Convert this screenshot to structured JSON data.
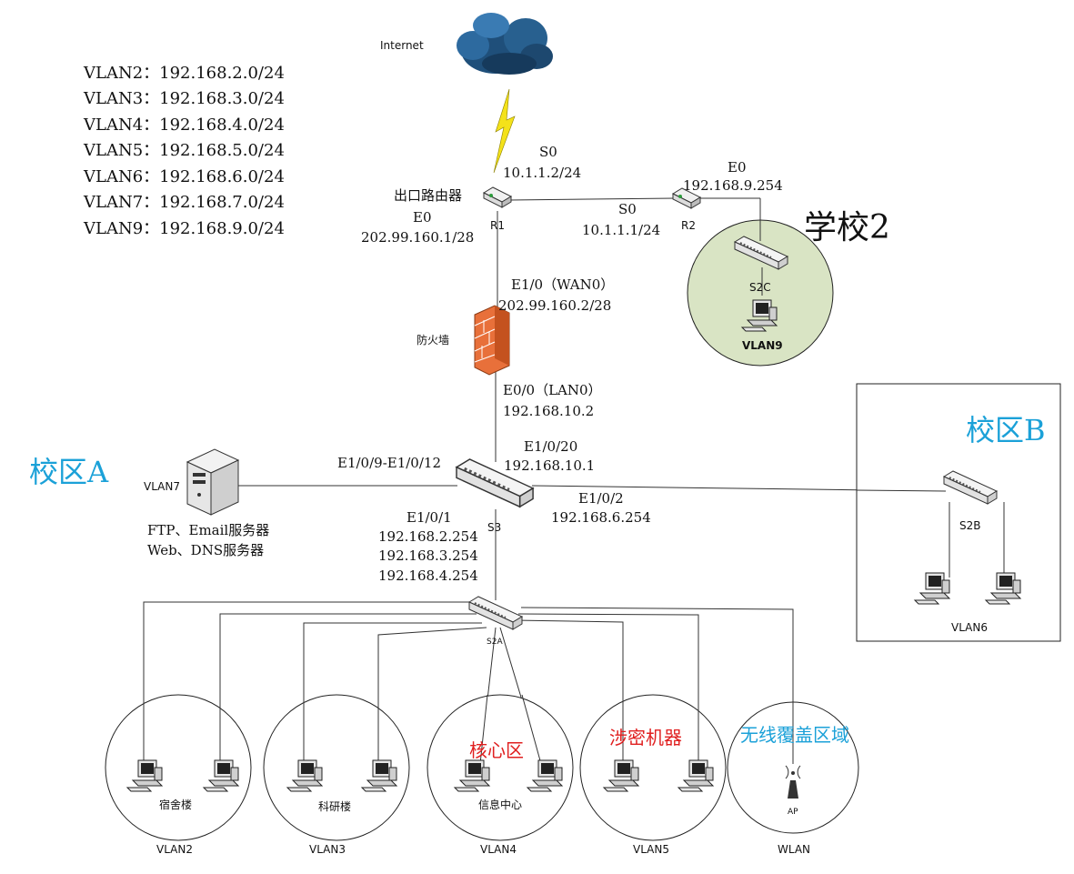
{
  "vlan_list": [
    "VLAN2：192.168.2.0/24",
    "VLAN3：192.168.3.0/24",
    "VLAN4：192.168.4.0/24",
    "VLAN5：192.168.5.0/24",
    "VLAN6：192.168.6.0/24",
    "VLAN7：192.168.7.0/24",
    "VLAN9：192.168.9.0/24"
  ],
  "internet": "Internet",
  "r1": {
    "name": "R1",
    "title": "出口路由器",
    "s0_port": "S0",
    "s0_ip": "10.1.1.2/24",
    "e0_port": "E0",
    "e0_ip": "202.99.160.1/28"
  },
  "r2": {
    "name": "R2",
    "s0_port": "S0",
    "s0_ip": "10.1.1.1/24",
    "e0_port": "E0",
    "e0_ip": "192.168.9.254"
  },
  "school2": {
    "title": "学校2",
    "switch": "S2C",
    "vlan": "VLAN9"
  },
  "firewall": {
    "name": "防火墙",
    "wan_port": "E1/0（WAN0）",
    "wan_ip": "202.99.160.2/28",
    "lan_port": "E0/0（LAN0）",
    "lan_ip": "192.168.10.2"
  },
  "s3": {
    "name": "S3",
    "up_port": "E1/0/20",
    "up_ip": "192.168.10.1",
    "server_ports": "E1/0/9-E1/0/12",
    "b_port": "E1/0/2",
    "b_ip": "192.168.6.254",
    "down_port": "E1/0/1",
    "down_ips": [
      "192.168.2.254",
      "192.168.3.254",
      "192.168.4.254"
    ]
  },
  "campus_a": "校区A",
  "servers": {
    "vlan": "VLAN7",
    "line1": "FTP、Email服务器",
    "line2": "Web、DNS服务器"
  },
  "campus_b": {
    "title": "校区B",
    "switch": "S2B",
    "vlan": "VLAN6"
  },
  "s2a": "S2A",
  "zones": [
    {
      "label": "宿舍楼",
      "vlan": "VLAN2",
      "title": ""
    },
    {
      "label": "科研楼",
      "vlan": "VLAN3",
      "title": ""
    },
    {
      "label": "信息中心",
      "vlan": "VLAN4",
      "title": "核心区"
    },
    {
      "label": "",
      "vlan": "VLAN5",
      "title": "涉密机器"
    },
    {
      "label": "AP",
      "vlan": "WLAN",
      "title": "无线覆盖区域"
    }
  ],
  "colors": {
    "cyan_title": "#1ba1d8",
    "red_title": "#e02020",
    "green_zone": "#d9e4c4",
    "firewall": "#e8703a",
    "cloud": "#1f4f7a",
    "lightning": "#f4e21a"
  }
}
